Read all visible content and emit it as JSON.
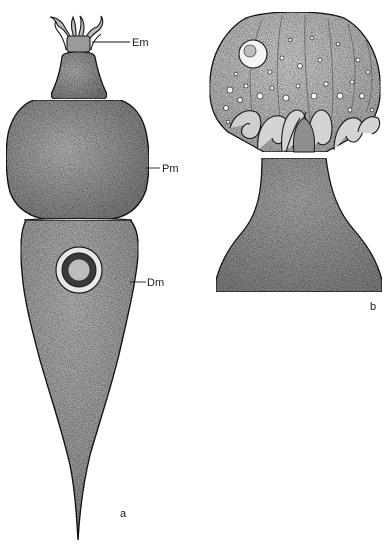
{
  "labels": {
    "em": "Em",
    "pm": "Pm",
    "dm": "Dm"
  },
  "panels": {
    "a": "a",
    "b": "b"
  },
  "colors": {
    "ink": "#1a1a1a",
    "stipple_dark": "#8a8a8a",
    "stipple_mid": "#a9a9a9",
    "stipple_light": "#c9c9c9",
    "background": "#ffffff"
  }
}
